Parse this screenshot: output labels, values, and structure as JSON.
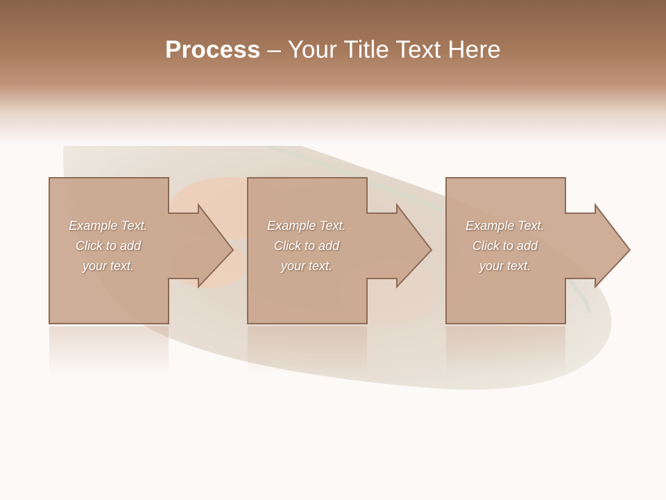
{
  "title": {
    "bold": "Process",
    "rest": " – Your Title Text Here"
  },
  "colors": {
    "header_top": "#88634a",
    "box_fill": "#c9a58d",
    "box_stroke": "#8c6b57",
    "background": "#fcf9f7"
  },
  "steps": [
    {
      "label": "Example Text.\nClick  to add\nyour text."
    },
    {
      "label": "Example Text.\nClick  to add\nyour text."
    },
    {
      "label": "Example Text.\nClick  to add\nyour text."
    }
  ]
}
